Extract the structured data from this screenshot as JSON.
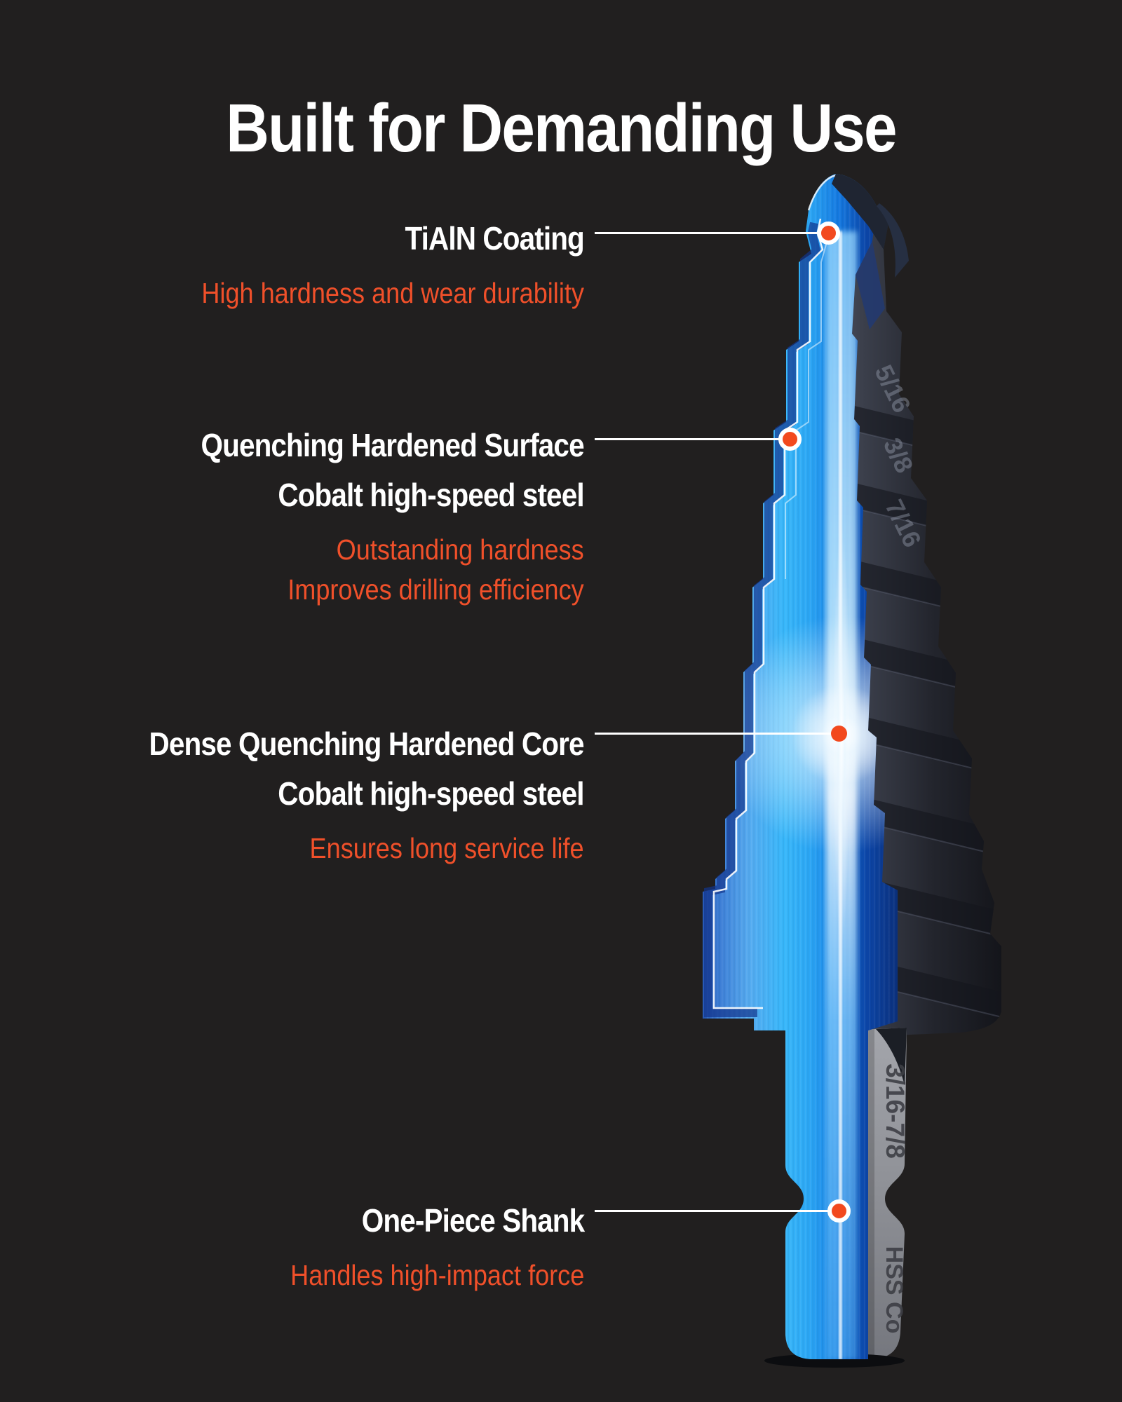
{
  "title": "Built for Demanding Use",
  "colors": {
    "background": "#211F1F",
    "accent_orange": "#F0502A",
    "dot_orange": "#F2491E",
    "core_blue": "#2FB6FB",
    "coating_dark": "#23252D",
    "shank_silver": "#8E9096"
  },
  "callouts": [
    {
      "id": "tialn-coating",
      "title_lines": [
        "TiAlN Coating"
      ],
      "sub_lines": [
        "High hardness and wear durability"
      ]
    },
    {
      "id": "quenching-hardened-surface",
      "title_lines": [
        "Quenching Hardened Surface",
        "Cobalt high-speed steel"
      ],
      "sub_lines": [
        "Outstanding hardness",
        "Improves drilling efficiency"
      ]
    },
    {
      "id": "dense-quenching-hardened-core",
      "title_lines": [
        "Dense Quenching Hardened Core",
        "Cobalt high-speed steel"
      ],
      "sub_lines": [
        "Ensures long service life"
      ]
    },
    {
      "id": "one-piece-shank",
      "title_lines": [
        "One-Piece Shank"
      ],
      "sub_lines": [
        "Handles high-impact force"
      ]
    }
  ],
  "drill": {
    "step_size_markings": [
      "5/16",
      "3/8",
      "7/16"
    ],
    "shank_size_marking": "3/16-7/8",
    "shank_material_marking": "HSS Co"
  }
}
